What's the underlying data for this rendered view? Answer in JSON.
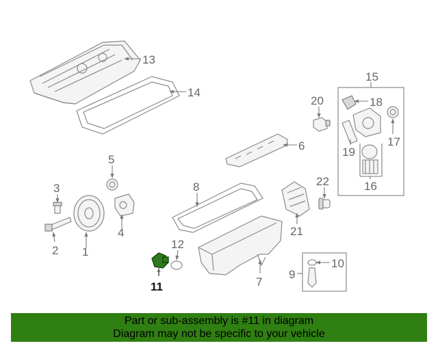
{
  "callouts": {
    "c1": "1",
    "c2": "2",
    "c3": "3",
    "c4": "4",
    "c5": "5",
    "c6": "6",
    "c7": "7",
    "c8": "8",
    "c9": "9",
    "c10": "10",
    "c11": "11",
    "c12": "12",
    "c13": "13",
    "c14": "14",
    "c15": "15",
    "c16": "16",
    "c17": "17",
    "c18": "18",
    "c19": "19",
    "c20": "20",
    "c21": "21",
    "c22": "22"
  },
  "highlighted_callout": "11",
  "banner": {
    "line1": "Part or sub-assembly is #11 in diagram",
    "line2": "Diagram may not be specific to your vehicle"
  },
  "colors": {
    "banner_bg": "#2f7f12",
    "highlight_part": "#2f7a1f"
  }
}
